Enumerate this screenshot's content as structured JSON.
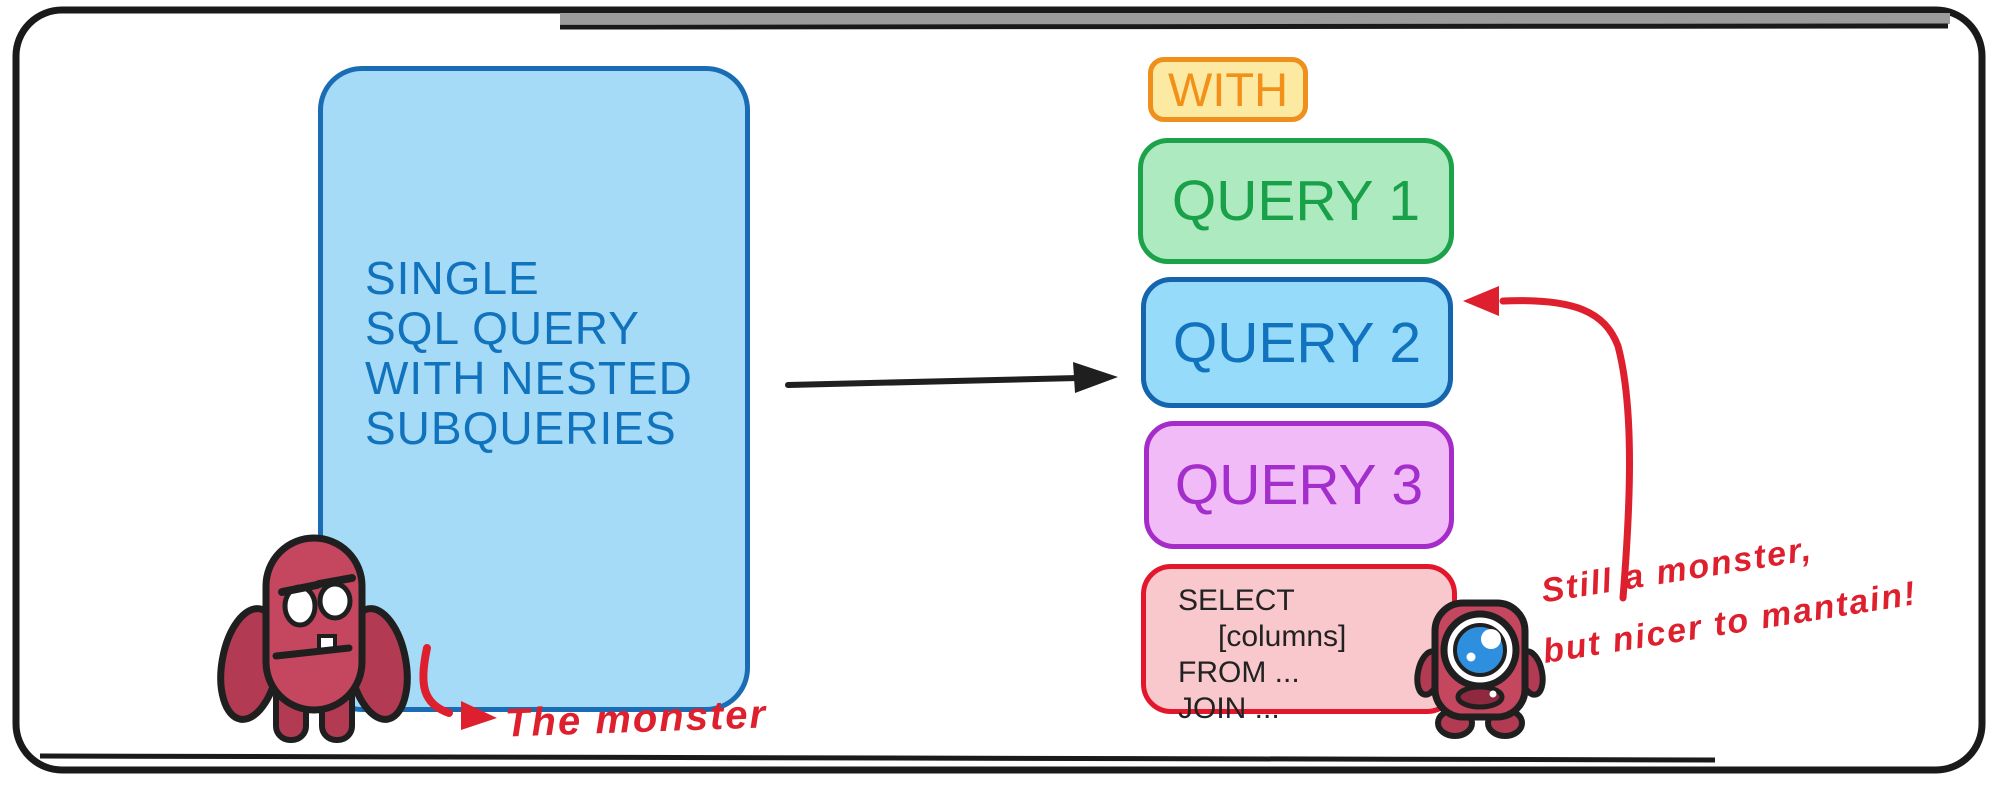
{
  "left": {
    "box_lines": [
      "SINGLE",
      "SQL QUERY",
      "WITH NESTED",
      "SUBQUERIES"
    ],
    "annotation": "The monster"
  },
  "right": {
    "with_label": "WITH",
    "query_labels": [
      "QUERY 1",
      "QUERY 2",
      "QUERY 3"
    ],
    "select_lines": [
      "SELECT",
      "[columns]",
      "FROM ...",
      "JOIN ..."
    ],
    "annotation_line1": "Still a monster,",
    "annotation_line2": "but nicer to mantain!"
  },
  "icons": {
    "left_monster": "grumpy-two-armed-monster",
    "right_monster": "one-eyed-cyclops-monster",
    "center_arrow": "black-right-arrow",
    "left_red_arrow": "red-curved-down-right-arrow",
    "right_red_arrow": "red-curved-arrow-to-query2"
  },
  "colors": {
    "ink": "#1f1f1f",
    "frame": "#1a1a1a",
    "gray_band": "#9c9c9c",
    "annotation_red": "#de1f2d",
    "bigbox_fill": "#a5dbf7",
    "bigbox_border": "#1a6db4",
    "bigbox_text": "#1173be",
    "with_fill": "#fce9a2",
    "with_border": "#ef8f1c",
    "with_text": "#f39019",
    "q1_fill": "#aeeabf",
    "q1_border": "#1ca24a",
    "q1_text": "#18a149",
    "q2_fill": "#96dbfa",
    "q2_border": "#1465ae",
    "q2_text": "#1173be",
    "q3_fill": "#f1bbf7",
    "q3_border": "#a52cc8",
    "q3_text": "#a42ecb",
    "select_fill": "#f9c8cc",
    "select_border": "#e3172c",
    "select_text": "#222222",
    "monster_body": "#c5475f",
    "monster_dark": "#b23a52",
    "monster_mouth": "#8e2940",
    "eye_blue": "#2f8fdf"
  }
}
